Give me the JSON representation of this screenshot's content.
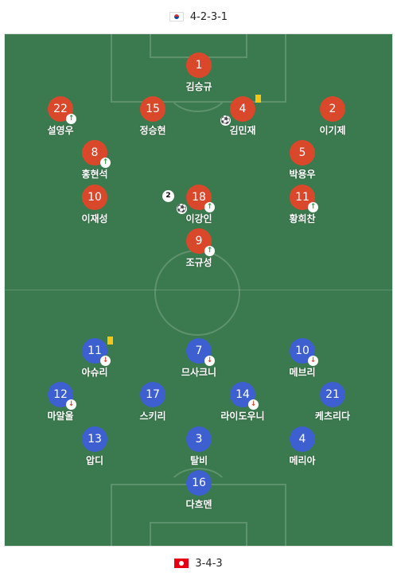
{
  "home": {
    "formation": "4-2-3-1",
    "flag_icon": "korea-flag-icon"
  },
  "away": {
    "formation": "3-4-3",
    "flag_icon": "tunisia-flag-icon"
  },
  "colors": {
    "pitch": "#3b7a4e",
    "home": "#d9482b",
    "away": "#3d5fcf",
    "yellow_card": "#f5c518"
  },
  "icons": {
    "sub_in": "↑",
    "sub_out": "↓",
    "goal": "⚽"
  },
  "home_players": [
    {
      "number": "1",
      "name": "김승규"
    },
    {
      "number": "22",
      "name": "설영우",
      "sub": "in"
    },
    {
      "number": "15",
      "name": "정승현"
    },
    {
      "number": "4",
      "name": "김민재",
      "card": "yellow",
      "goal": true
    },
    {
      "number": "2",
      "name": "이기제"
    },
    {
      "number": "8",
      "name": "홍현석",
      "sub": "in"
    },
    {
      "number": "5",
      "name": "박용우"
    },
    {
      "number": "10",
      "name": "이재성"
    },
    {
      "number": "18",
      "name": "이강인",
      "sub": "in",
      "goals": "2"
    },
    {
      "number": "11",
      "name": "황희찬",
      "sub": "in"
    },
    {
      "number": "9",
      "name": "조규성",
      "sub": "in"
    }
  ],
  "away_players": [
    {
      "number": "11",
      "name": "아슈리",
      "card": "yellow",
      "sub": "out"
    },
    {
      "number": "7",
      "name": "므사크니",
      "sub": "out"
    },
    {
      "number": "10",
      "name": "메브리",
      "sub": "out"
    },
    {
      "number": "12",
      "name": "마알울",
      "sub": "out"
    },
    {
      "number": "17",
      "name": "스키리"
    },
    {
      "number": "14",
      "name": "라이도우니",
      "sub": "out"
    },
    {
      "number": "21",
      "name": "케츠리다"
    },
    {
      "number": "13",
      "name": "압디"
    },
    {
      "number": "3",
      "name": "탈비"
    },
    {
      "number": "4",
      "name": "메리아"
    },
    {
      "number": "16",
      "name": "다흐멘"
    }
  ]
}
